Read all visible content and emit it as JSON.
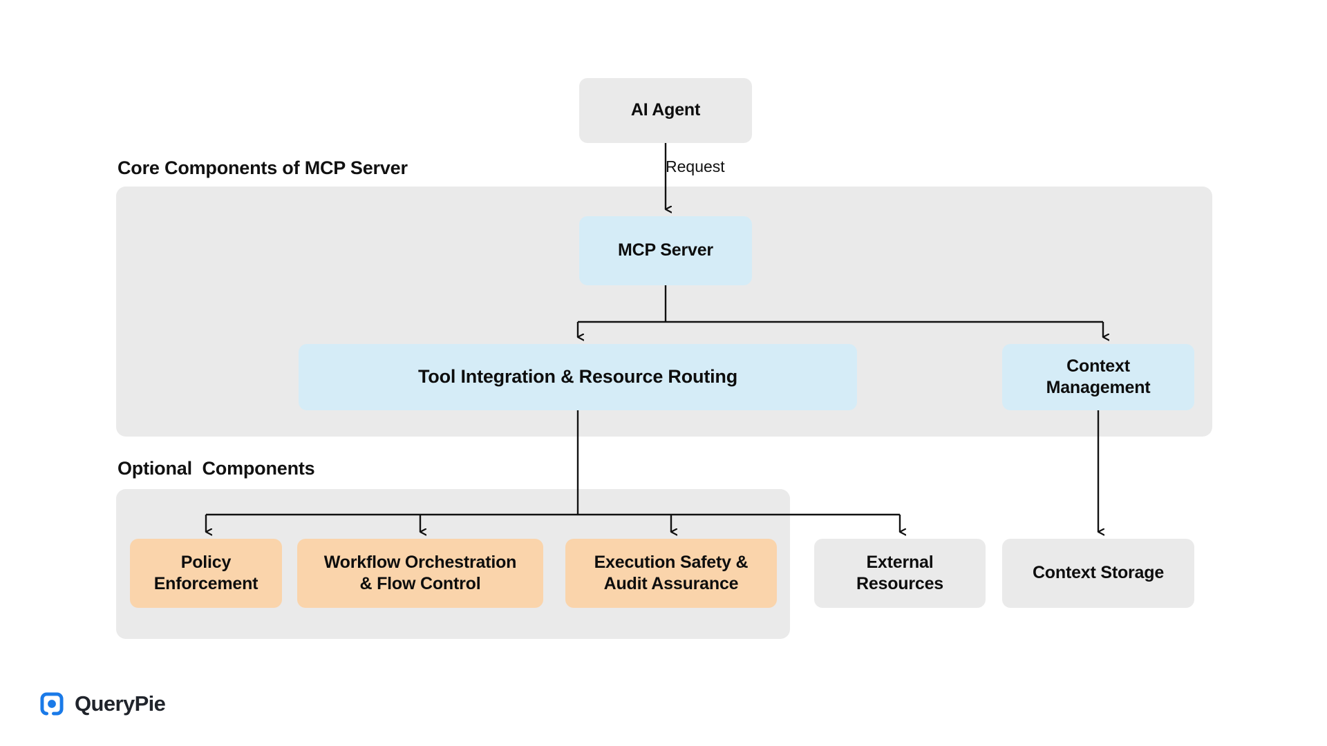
{
  "sections": [
    {
      "id": "core",
      "heading": "Core Components of MCP Server"
    },
    {
      "id": "optional",
      "heading": "Optional  Components"
    }
  ],
  "nodes": {
    "ai_agent": "AI Agent",
    "mcp_server": "MCP Server",
    "tool_integration": "Tool Integration & Resource Routing",
    "context_management": "Context\nManagement",
    "policy_enforcement": "Policy\nEnforcement",
    "workflow": "Workflow Orchestration\n& Flow Control",
    "execution_safety": "Execution Safety &\nAudit Assurance",
    "external_resources": "External\nResources",
    "context_storage": "Context Storage"
  },
  "edges": {
    "request_label": "Request"
  },
  "brand": {
    "name": "QueryPie",
    "mark_icon": "querypie-logo-icon"
  },
  "colors": {
    "panel_gray": "#eaeaea",
    "node_gray": "#eaeaea",
    "node_blue": "#d5ecf7",
    "node_peach": "#fad4ab",
    "connector": "#111111",
    "brand_blue": "#1a7ae8",
    "brand_text": "#20242b",
    "text": "#0d0d0d",
    "background": "#ffffff"
  }
}
